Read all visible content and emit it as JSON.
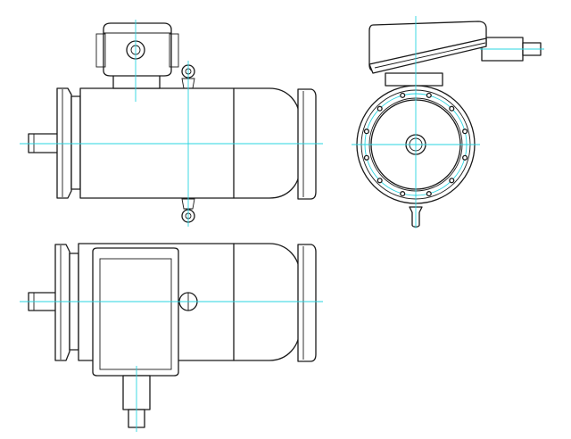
{
  "drawing": {
    "subject": "electric-motor-orthographic-views",
    "views": [
      "front-view",
      "end-view",
      "top-view"
    ],
    "colors": {
      "background": "#ffffff",
      "outline": "#1a1a1a",
      "centerline": "#2ad4e0"
    }
  }
}
